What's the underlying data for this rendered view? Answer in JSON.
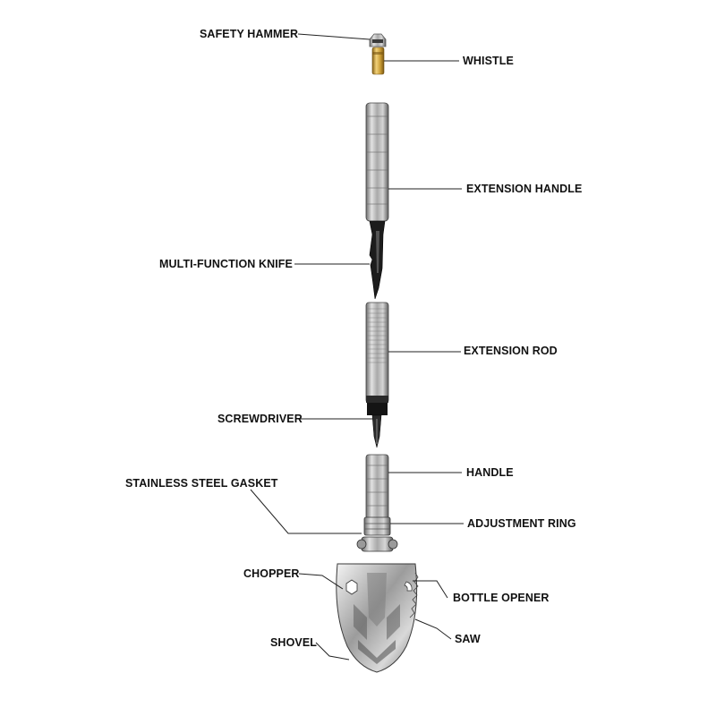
{
  "labels": {
    "safety_hammer": "SAFETY HAMMER",
    "whistle": "WHISTLE",
    "extension_handle": "EXTENSION HANDLE",
    "multi_function_knife": "MULTI-FUNCTION KNIFE",
    "extension_rod": "EXTENSION ROD",
    "screwdriver": "SCREWDRIVER",
    "handle": "HANDLE",
    "stainless_steel_gasket": "STAINLESS STEEL GASKET",
    "adjustment_ring": "ADJUSTMENT RING",
    "chopper": "CHOPPER",
    "bottle_opener": "BOTTLE OPENER",
    "saw": "SAW",
    "shovel": "SHOVEL"
  },
  "colors": {
    "steel": "#b8b8b8",
    "steel_dark": "#5a5a5a",
    "brass": "#c9a03a",
    "black": "#151515",
    "leader": "#222222"
  }
}
